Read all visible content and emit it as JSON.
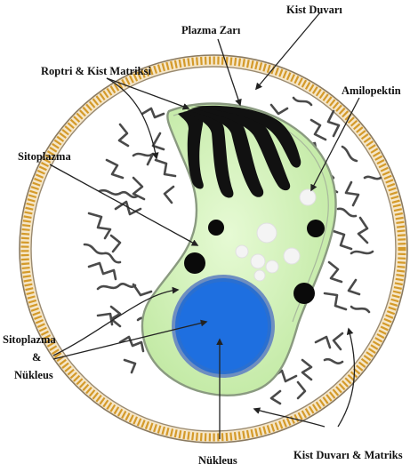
{
  "labels": {
    "kist_duvari": "Kist Duvarı",
    "plazma_zari": "Plazma Zarı",
    "roptri_kist_matriksi": "Roptri & Kist Matriksi",
    "amilopektin": "Amilopektin",
    "sitoplazma": "Sitoplazma",
    "sitoplazma_nukleus_line1": "Sitoplazma",
    "sitoplazma_nukleus_line2": "&",
    "sitoplazma_nukleus_line3": "Nükleus",
    "nukleus": "Nükleus",
    "kist_duvari_matriks": "Kist Duvarı & Matriks"
  },
  "colors": {
    "cyst_wall_fill": "#f5e6c8",
    "cyst_wall_stripes": "#d49a2a",
    "matrix_fill": "#ffffff",
    "cytoplasm_fill": "#d2f2b8",
    "cytoplasm_outline": "#8a9a80",
    "nucleus_fill": "#1e6fe0",
    "nucleus_ring": "#6e8ec0",
    "rhoptry_fill": "#111111",
    "granule_fill": "#0a0a0a",
    "amylopectin_fill": "#f4f4f4",
    "squiggle_stroke": "#4a4a4a",
    "label_text": "#111111",
    "pointer_line": "#222222"
  }
}
